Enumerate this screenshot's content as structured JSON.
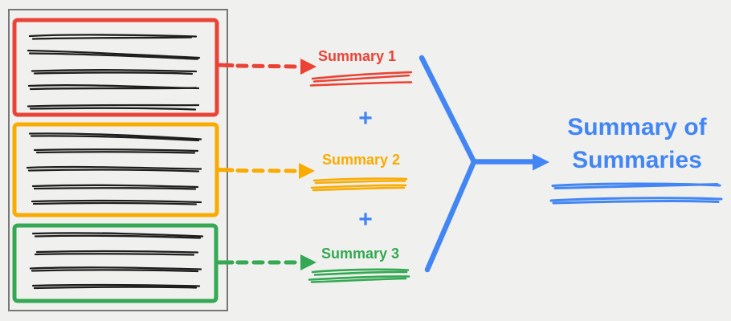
{
  "diagram": {
    "type": "map-reduce-summarization-flow",
    "background_color": "#f0f0ee",
    "colors": {
      "red": "#ea4335",
      "orange": "#f9ab00",
      "green": "#34a853",
      "blue": "#4285f4",
      "ink": "#1e1e1e",
      "frame_gray": "#777777"
    },
    "documents": [
      {
        "name": "document-1",
        "color": "#ea4335",
        "scribble_lines": 5
      },
      {
        "name": "document-2",
        "color": "#f9ab00",
        "scribble_lines": 5
      },
      {
        "name": "document-3",
        "color": "#34a853",
        "scribble_lines": 4
      }
    ],
    "summaries": [
      {
        "label": "Summary 1",
        "color": "#ea4335"
      },
      {
        "label": "Summary 2",
        "color": "#f9ab00"
      },
      {
        "label": "Summary 3",
        "color": "#34a853"
      }
    ],
    "operators": {
      "plus_1": "+",
      "plus_2": "+"
    },
    "result": {
      "label": "Summary of Summaries",
      "color": "#4285f4",
      "underline_lines": 2
    }
  }
}
